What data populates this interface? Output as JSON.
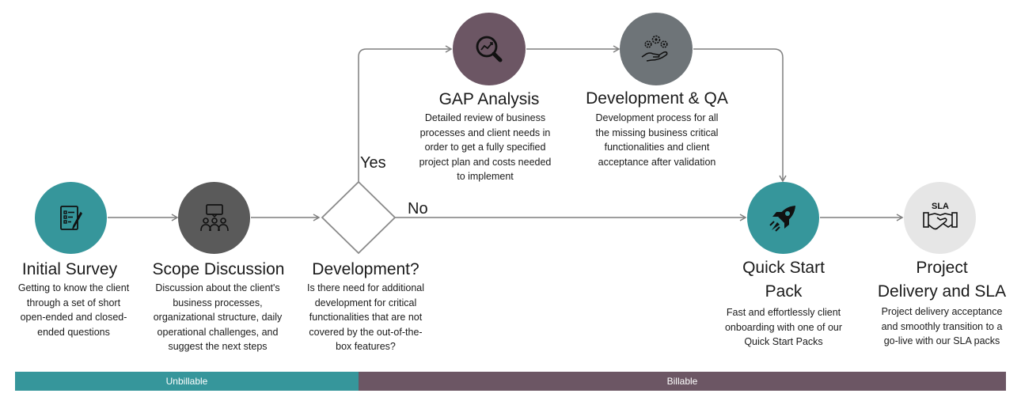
{
  "colors": {
    "teal": "#36969B",
    "dark_gray": "#5A5A5A",
    "plum": "#6C5664",
    "slate": "#6E7478",
    "light_gray": "#E6E6E6",
    "arrow": "#7F7F7F"
  },
  "steps": {
    "initial_survey": {
      "icon": "survey-clipboard-icon",
      "title": "Initial Survey",
      "desc": [
        "Getting to know the client",
        "through a set of short",
        "open-ended and closed-",
        "ended questions"
      ]
    },
    "scope_discussion": {
      "icon": "meeting-people-icon",
      "title": "Scope Discussion",
      "desc": [
        "Discussion about the client's",
        "business processes,",
        "organizational structure, daily",
        "operational challenges, and",
        "suggest the next steps"
      ]
    },
    "development_decision": {
      "icon": "decision-diamond",
      "title": "Development?",
      "desc": [
        "Is there need for additional",
        "development for critical",
        "functionalities that are not",
        "covered by the out-of-the-",
        "box features?"
      ],
      "yes_label": "Yes",
      "no_label": "No"
    },
    "gap_analysis": {
      "icon": "magnifier-chart-icon",
      "title": "GAP Analysis",
      "desc": [
        "Detailed review of business",
        "processes and client needs in",
        "order to get a fully specified",
        "project plan and costs needed",
        "to implement"
      ]
    },
    "development_qa": {
      "icon": "gears-hand-icon",
      "title": "Development & QA",
      "desc": [
        "Development process for all",
        "the missing business critical",
        "functionalities and client",
        "acceptance after validation"
      ]
    },
    "quick_start": {
      "icon": "rocket-icon",
      "title_lines": [
        "Quick Start",
        "Pack"
      ],
      "desc": [
        "Fast and effortlessly client",
        "onboarding with one of our",
        "Quick Start Packs"
      ]
    },
    "project_delivery": {
      "icon": "sla-handshake-icon",
      "icon_text": "SLA",
      "title_lines": [
        "Project",
        "Delivery and SLA"
      ],
      "desc": [
        "Project delivery acceptance",
        "and smoothly transition to a",
        "go-live with our SLA packs"
      ]
    }
  },
  "billing": {
    "unbillable": "Unbillable",
    "billable": "Billable"
  }
}
